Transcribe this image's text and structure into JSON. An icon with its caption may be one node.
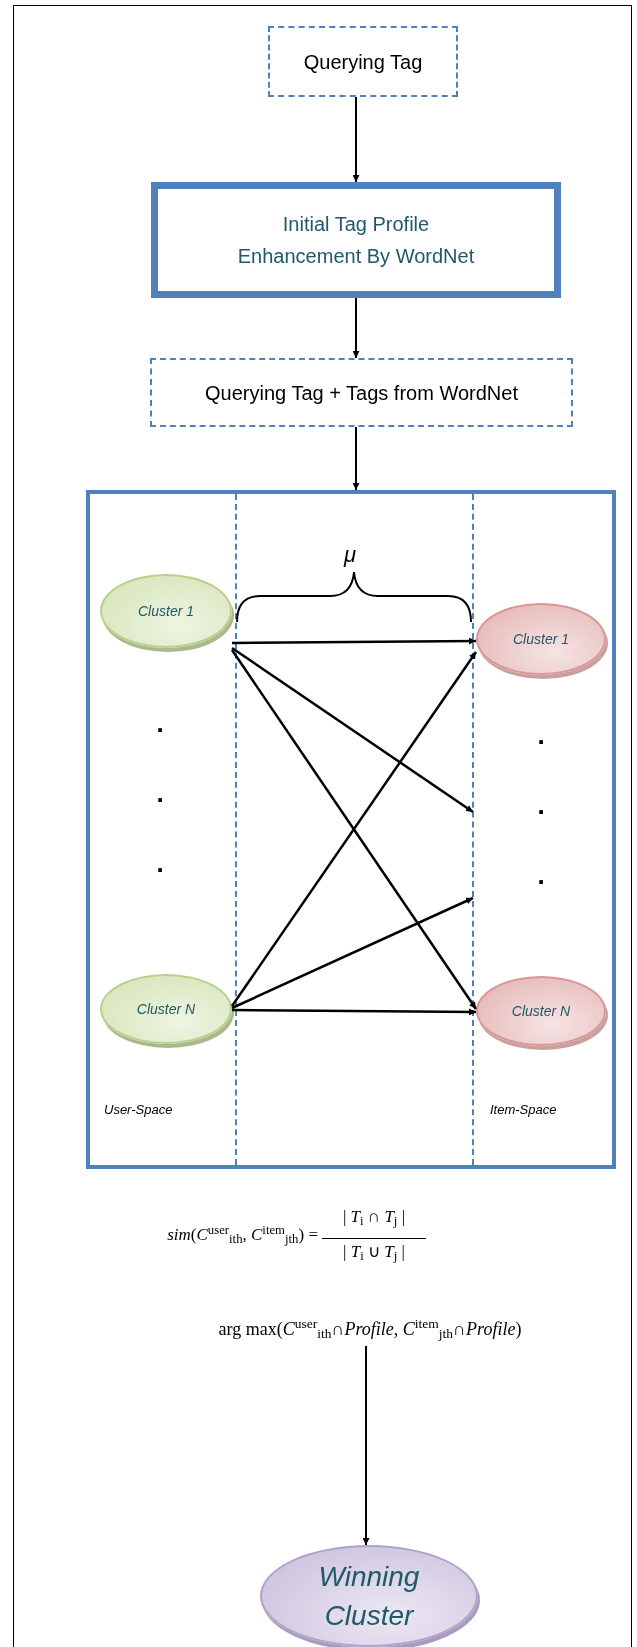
{
  "diagram": {
    "nodes": [
      {
        "text": [
          "Querying Tag"
        ]
      },
      {
        "text": [
          "Initial Tag Profile Enhancement By WordNet"
        ]
      },
      {
        "text": [
          "Querying Tag + Tags from WordNet"
        ]
      },
      {
        "text": [],
        "shape": "box"
      },
      {
        "text": [
          "Cluster 1"
        ],
        "in": 3
      },
      {
        "text": [
          "Cluster N"
        ],
        "in": 3
      },
      {
        "text": [
          "Cluster 1"
        ],
        "in": 3
      },
      {
        "text": [
          "Cluster N"
        ],
        "in": 3
      },
      {
        "text": [
          "arg max(*C*$^{user}$$_{ith}$∩*Profile*, *C*$^{item}$$_{jth}$∩*Profile*)"
        ]
      },
      {
        "text": [
          "Winning Cluster"
        ]
      }
    ],
    "edges": [
      {
        "from": 0,
        "to": 1,
        "arrow": "to"
      },
      {
        "from": 1,
        "to": 2,
        "arrow": "to"
      },
      {
        "from": 2,
        "to": 3,
        "arrow": "to"
      },
      {
        "from": 4,
        "to": 6,
        "arrow": "to"
      },
      {
        "from": 4,
        "to": null,
        "arrow": "to"
      },
      {
        "from": 4,
        "to": 7,
        "arrow": "to"
      },
      {
        "from": 5,
        "to": 6,
        "arrow": "to"
      },
      {
        "from": 5,
        "to": null,
        "arrow": "to"
      },
      {
        "from": 5,
        "to": 7,
        "arrow": "to"
      },
      {
        "from": 8,
        "to": 9,
        "arrow": "to"
      }
    ],
    "labels": [
      "μ",
      ".",
      ".",
      ".",
      ".",
      ".",
      ".",
      "User-Space",
      "Item-Space",
      "*sim*(*C*$^{user}$$_{ith}$, *C*$^{item}$$_{jth}$) =",
      "| *T*$_{i}$ ∩ *T*$_{j}$ |",
      "| *T*$_{i}$ ∪ *T*$_{j}$ |"
    ]
  }
}
